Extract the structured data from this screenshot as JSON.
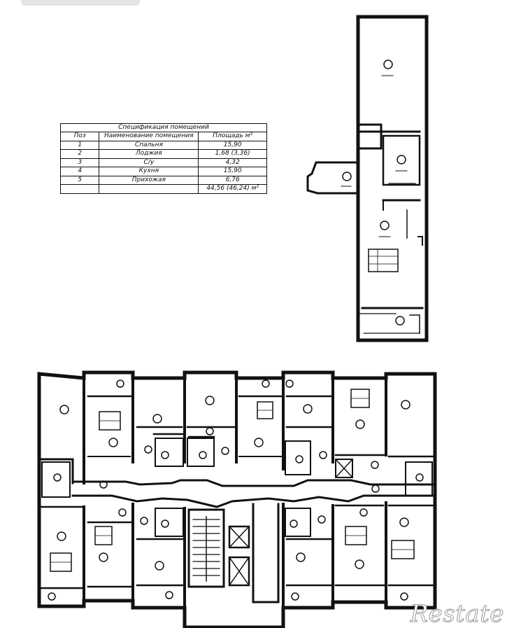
{
  "spec": {
    "title": "Спецификация помещений",
    "headers": {
      "num": "Поз",
      "name": "Наименование помещения",
      "area": "Площадь м²"
    },
    "rows": [
      {
        "num": "1",
        "name": "Спальня",
        "area": "15,90"
      },
      {
        "num": "2",
        "name": "Лоджия",
        "area": "1,68 (3,36)"
      },
      {
        "num": "3",
        "name": "С/у",
        "area": "4,32"
      },
      {
        "num": "4",
        "name": "Кухня",
        "area": "15,90"
      },
      {
        "num": "5",
        "name": "Прихожая",
        "area": "6,76"
      }
    ],
    "total": "44,56 (46,24) м²"
  },
  "watermark": "Restate",
  "colors": {
    "lines": "#111111",
    "background": "#ffffff",
    "watermark_outline": "#9a9a9a"
  }
}
